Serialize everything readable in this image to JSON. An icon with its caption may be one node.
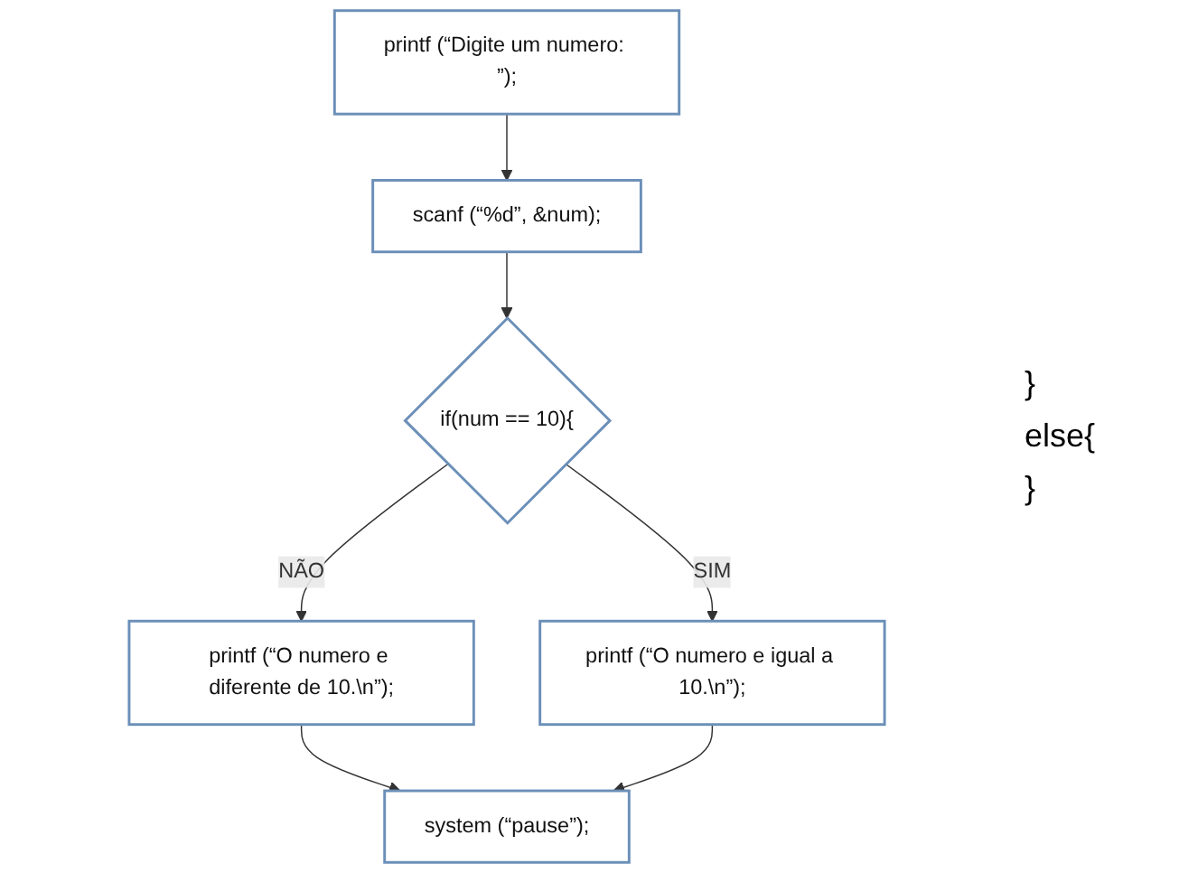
{
  "diagram": {
    "nodes": [
      {
        "text": [
          "printf (“Digite um numero: ”);"
        ]
      },
      {
        "text": [
          "scanf (“%d”, &num);"
        ]
      },
      {
        "text": [
          "if(num == 10){"
        ]
      },
      {
        "text": [
          "printf (“O numero e igual a 10.\\n”);"
        ]
      },
      {
        "text": [
          "printf (“O numero e diferente de 10.\\n”);"
        ]
      },
      {
        "text": [
          "system (“pause”);"
        ]
      }
    ],
    "edges": [
      {
        "from": 0,
        "to": 1,
        "arrow": "to"
      },
      {
        "from": 1,
        "to": 2,
        "arrow": "to"
      },
      {
        "from": 2,
        "to": 3,
        "arrow": "to",
        "label": "SIM"
      },
      {
        "from": 2,
        "to": 4,
        "arrow": "to",
        "label": "NÃO"
      },
      {
        "from": 4,
        "to": 5,
        "arrow": "to"
      },
      {
        "from": 3,
        "to": 5,
        "arrow": "to"
      }
    ],
    "labels": [
      "}",
      "else{",
      "}"
    ]
  }
}
